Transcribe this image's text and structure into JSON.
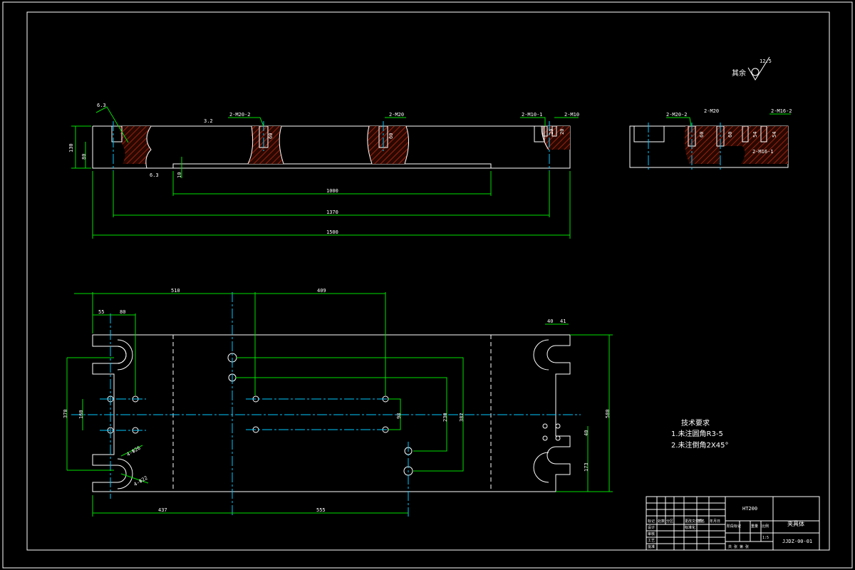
{
  "section_view": {
    "dims": {
      "total_length": "1500",
      "hole_span": "1370",
      "slot_length": "1000",
      "height": "130",
      "height_inner": "80",
      "slot_depth": "10"
    },
    "callouts": {
      "left_roughness": "6.3",
      "top_roughness": "3.2",
      "bottom_roughness": "6.3",
      "mid1_hole": "2-M20-2",
      "mid2_hole": "2-M20",
      "right_hole_a": "2-M10-1",
      "right_hole_b": "2-M10",
      "depth_a": "60",
      "depth_b": "60",
      "depth_c": "20",
      "depth_d": "20"
    }
  },
  "side_view": {
    "callouts": {
      "a": "2-M20-2",
      "b": "2-M20",
      "c": "2-M16-2",
      "d": "2-M16-1",
      "depth_1": "60",
      "depth_2": "60",
      "depth_3": "54",
      "depth_4": "54"
    },
    "remainder_label": "其余",
    "remainder_roughness": "12.5"
  },
  "plan_view": {
    "dims": {
      "top_a": "510",
      "top_b": "409",
      "slot_w": "55",
      "slot_c": "80",
      "height_left": "370",
      "height_inner": "160",
      "height_total": "580",
      "v1": "230",
      "v2": "382",
      "v3": "98",
      "right_a": "40",
      "right_b": "41",
      "right_c": "40",
      "right_d": "173",
      "bottom_a": "437",
      "bottom_b": "555",
      "hole_note_1": "4-Φ26",
      "hole_note_2": "4-Φ22"
    }
  },
  "tech_requirements": {
    "title": "技术要求",
    "items": [
      "1.未注圆角R3-5",
      "2.未注倒角2X45°"
    ]
  },
  "title_block": {
    "material": "HT200",
    "part_name": "夹具体",
    "drawing_no": "JJDZ-00-01",
    "labels": [
      "标记",
      "处数",
      "分区",
      "更改文件号",
      "签名",
      "年月日",
      "设计",
      "标准化",
      "审核",
      "工艺",
      "批准",
      "阶段标记",
      "重量",
      "比例"
    ],
    "scale": "1:5",
    "sheet": "共 张 第 张"
  }
}
